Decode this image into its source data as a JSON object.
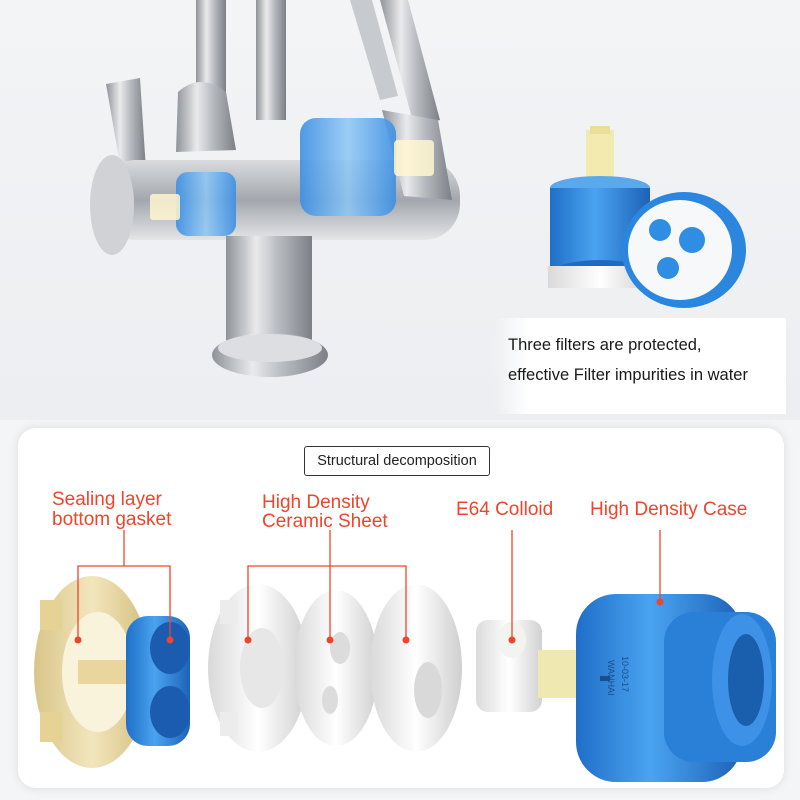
{
  "caption": {
    "line1": "Three filters are protected,",
    "line2": "effective Filter impurities in water"
  },
  "diagram": {
    "title": "Structural decomposition",
    "labels": {
      "sealing_line1": "Sealing layer",
      "sealing_line2": "bottom gasket",
      "ceramic_line1": "High Density",
      "ceramic_line2": "Ceramic Sheet",
      "colloid": "E64 Colloid",
      "case": "High Density Case"
    }
  },
  "product_marking": {
    "brand": "WANHAI",
    "code": "10-03-17"
  },
  "colors": {
    "label_red": "#f0442c",
    "cartridge_blue": "#2f8de4",
    "gasket_yellow": "#ead9a4",
    "ceramic_white": "#f2f2f2"
  }
}
